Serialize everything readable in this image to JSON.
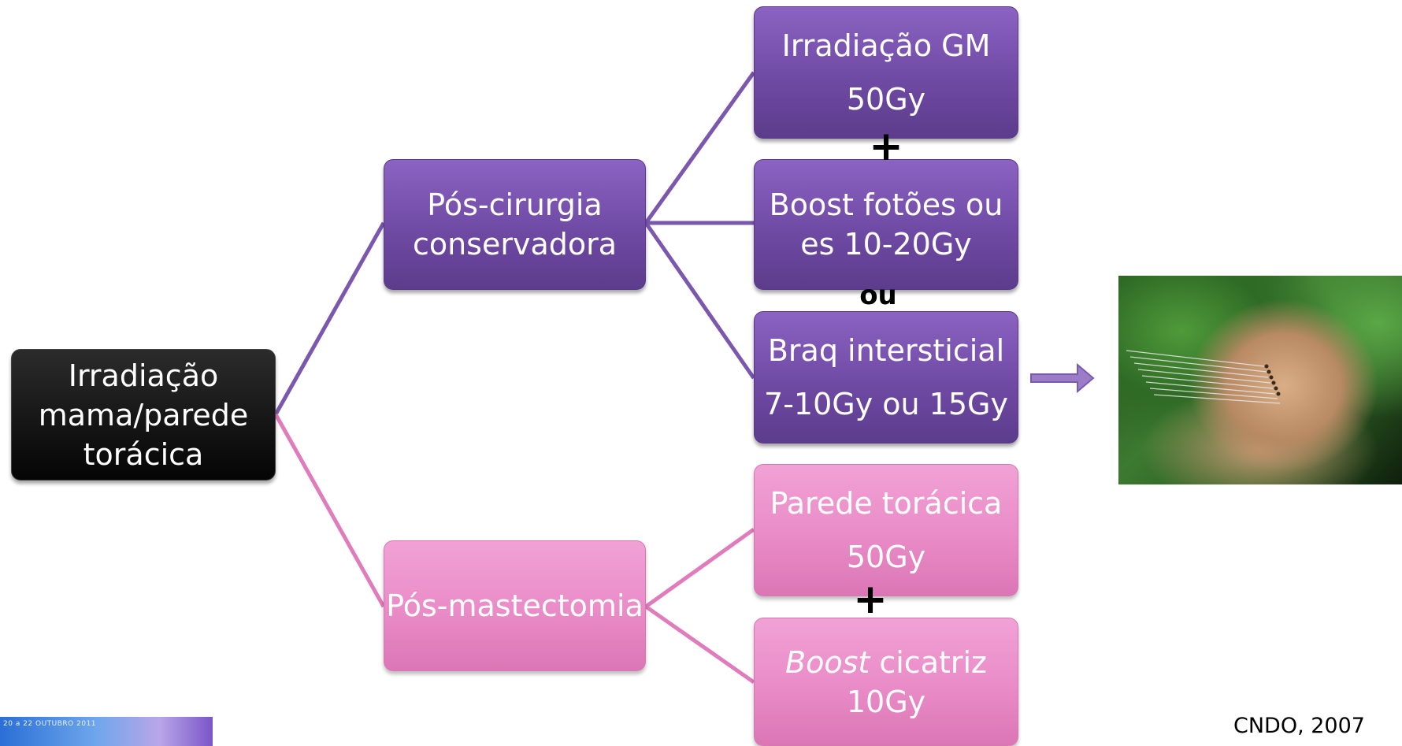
{
  "colors": {
    "root": "#0a0a0a",
    "purple": "#7a52b3",
    "pink": "#eb90c9",
    "purple_line": "#7b58ae",
    "pink_line": "#e07cbb",
    "arrow": "#9a7cc8"
  },
  "diagram": {
    "root": {
      "label": "Irradiação mama/parede torácica"
    },
    "branch_conservative": {
      "label": "Pós-cirurgia conservadora"
    },
    "branch_mastectomy": {
      "label": "Pós-mastectomia"
    },
    "gm": {
      "line1": "Irradiação GM",
      "line2": "50Gy"
    },
    "boost_photons": {
      "line1": "Boost fotões ou",
      "line2": "es 10-20Gy"
    },
    "brachy": {
      "line1": "Braq intersticial",
      "line2": "7-10Gy ou 15Gy"
    },
    "chest_wall": {
      "line1": "Parede torácica",
      "line2": "50Gy"
    },
    "boost_scar": {
      "italic": "Boost",
      "rest": " cicatriz",
      "line2": "10Gy"
    },
    "operator_plus_1": "+",
    "operator_or": "ou",
    "operator_plus_2": "+"
  },
  "image": {
    "icon": "brachytherapy-photo"
  },
  "logo": {
    "text": "20 a 22 OUTUBRO 2011",
    "icon": "conference-logo"
  },
  "citation": "CNDO, 2007"
}
